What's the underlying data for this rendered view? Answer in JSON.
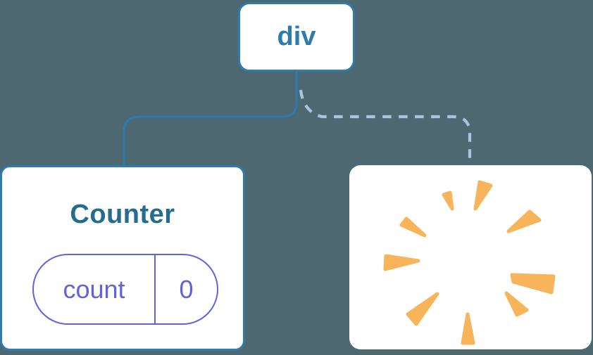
{
  "diagram": {
    "root_node": {
      "label": "div"
    },
    "counter_card": {
      "title": "Counter",
      "state_pill": {
        "key": "count",
        "value": "0"
      }
    },
    "removed_card": {
      "icon": "poof-burst-icon"
    },
    "edges": [
      {
        "from": "div",
        "to": "Counter",
        "style": "solid"
      },
      {
        "from": "div",
        "to": "removed-card",
        "style": "dashed"
      }
    ]
  },
  "colors": {
    "background_color": "#4E6872",
    "node_blue": "#2E7CAD",
    "counter_title_color": "#256D90",
    "state_purple": "#6163DC",
    "dashed_edge_color": "#A9C6DC",
    "burst_orange": "#F8B45A",
    "card_bg": "#FFFFFF"
  }
}
